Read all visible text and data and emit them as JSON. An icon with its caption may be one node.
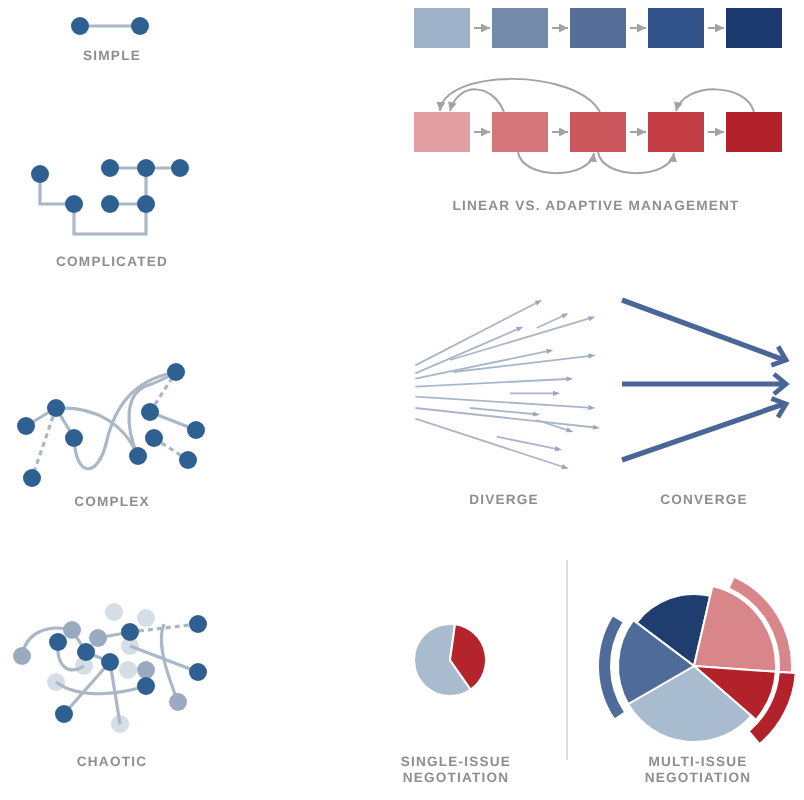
{
  "diagram": {
    "nodes": [
      {
        "text": [],
        "shape": "box"
      },
      {
        "text": [],
        "shape": "box"
      },
      {
        "text": [],
        "shape": "box"
      },
      {
        "text": [],
        "shape": "box"
      },
      {
        "text": [],
        "shape": "box"
      },
      {
        "text": [],
        "shape": "box"
      },
      {
        "text": [],
        "shape": "box"
      },
      {
        "text": [],
        "shape": "box"
      },
      {
        "text": [],
        "shape": "box"
      },
      {
        "text": [],
        "shape": "box"
      }
    ],
    "edges": [
      {
        "from": 0,
        "to": 1,
        "arrow": "to"
      },
      {
        "from": 1,
        "to": 2,
        "arrow": "to"
      },
      {
        "from": 2,
        "to": 3,
        "arrow": "to"
      },
      {
        "from": 3,
        "to": 4,
        "arrow": "to"
      },
      {
        "from": 6,
        "to": 5,
        "arrow": "to"
      },
      {
        "from": 7,
        "to": 5,
        "arrow": "to"
      },
      {
        "from": 5,
        "to": 6,
        "arrow": "to"
      },
      {
        "from": 6,
        "to": 7,
        "arrow": "to"
      },
      {
        "from": 7,
        "to": 8,
        "arrow": "to"
      },
      {
        "from": 8,
        "to": 9,
        "arrow": "to"
      },
      {
        "from": 9,
        "to": 8,
        "arrow": "to"
      },
      {
        "from": 6,
        "to": 7,
        "arrow": "to"
      },
      {
        "from": 7,
        "to": 8,
        "arrow": "to"
      }
    ],
    "labels": [
      "SIMPLE",
      "LINEAR VS. ADAPTIVE MANAGEMENT",
      "COMPLICATED",
      "COMPLEX",
      "DIVERGE",
      "CONVERGE",
      "CHAOTIC",
      "SINGLE-ISSUE NEGOTIATION",
      "MULTI-ISSUE NEGOTIATION"
    ]
  }
}
